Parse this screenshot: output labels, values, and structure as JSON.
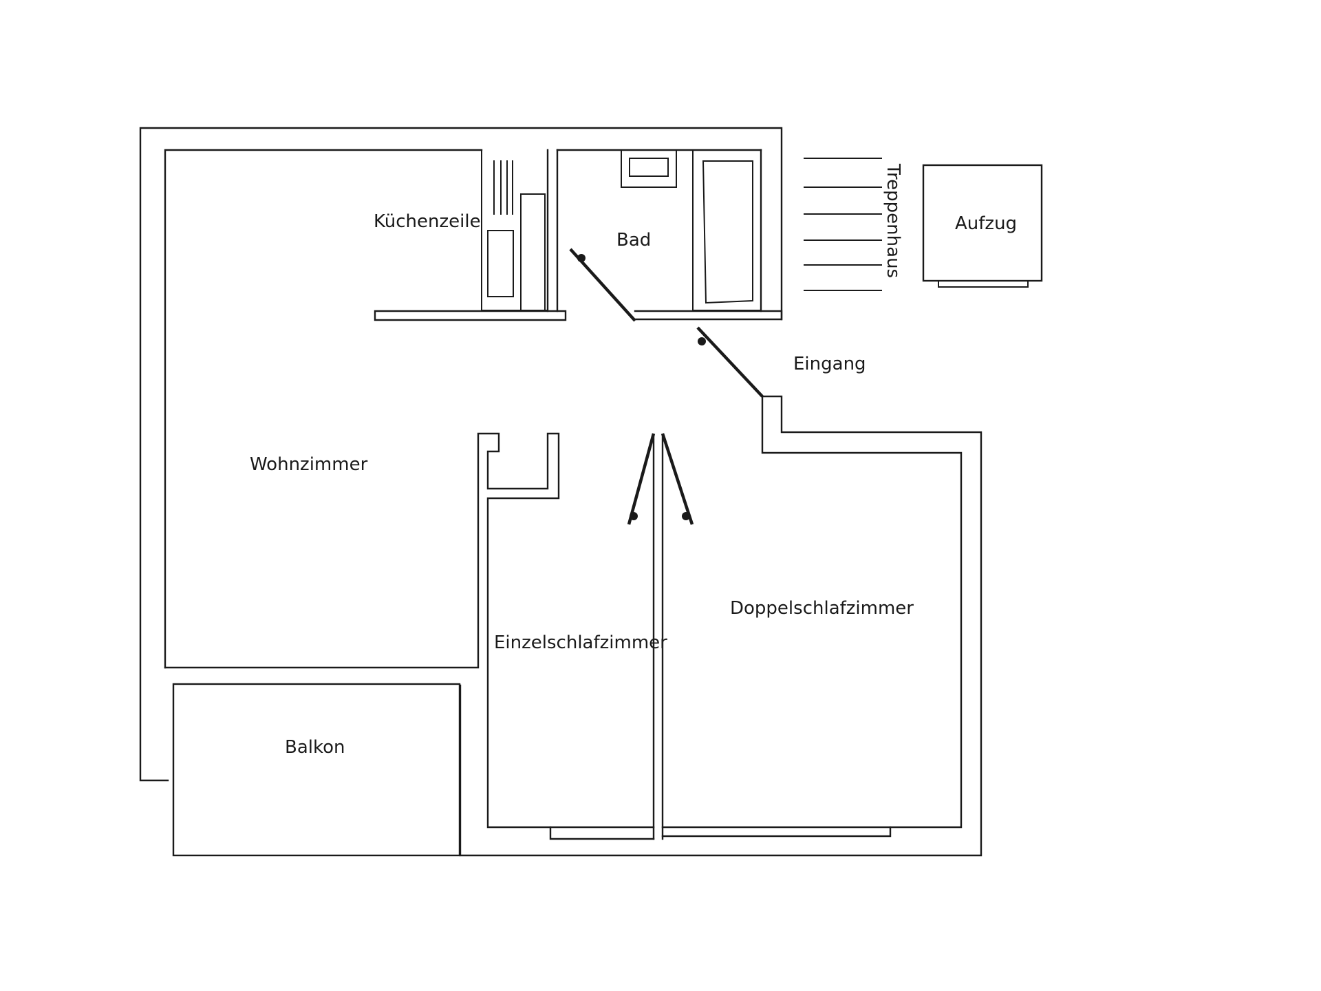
{
  "floorplan": {
    "rooms": {
      "kitchen": "Küchenzeile",
      "bath": "Bad",
      "living": "Wohnzimmer",
      "balcony": "Balkon",
      "single_bedroom": "Einzelschlafzimmer",
      "double_bedroom": "Doppelschlafzimmer"
    },
    "circulation": {
      "entrance": "Eingang",
      "stairwell": "Treppenhaus",
      "elevator": "Aufzug"
    }
  }
}
